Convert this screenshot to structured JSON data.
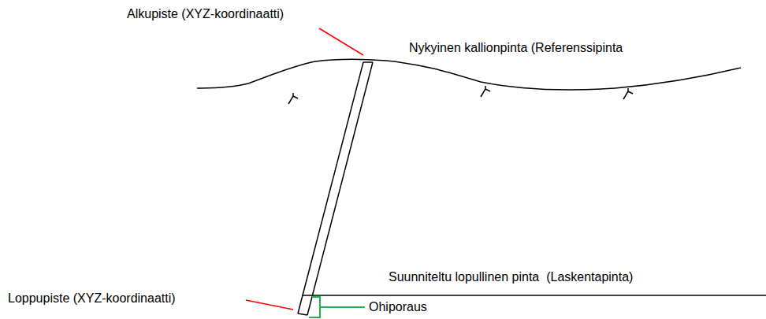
{
  "diagram": {
    "labels": [
      "Alkupiste (XYZ-koordinaatti)",
      "Nykyinen kallionpinta (Referenssipinta",
      "Suunniteltu lopullinen pinta  (Laskentapinta)",
      "Loppupiste (XYZ-koordinaatti)",
      "Ohiporaus"
    ]
  }
}
